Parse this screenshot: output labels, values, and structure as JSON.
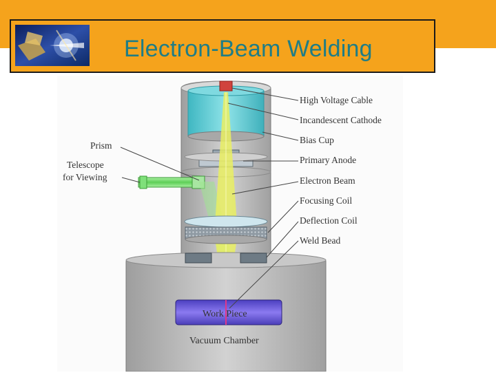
{
  "slide": {
    "title": "Electron-Beam Welding"
  },
  "diagram": {
    "labels": {
      "high_voltage_cable": "High Voltage Cable",
      "incandescent_cathode": "Incandescent Cathode",
      "bias_cup": "Bias Cup",
      "primary_anode": "Primary Anode",
      "electron_beam": "Electron Beam",
      "focusing_coil": "Focusing Coil",
      "deflection_coil": "Deflection Coil",
      "weld_bead": "Weld Bead",
      "prism": "Prism",
      "telescope_line1": "Telescope",
      "telescope_line2": "for Viewing",
      "work_piece": "Work Piece",
      "vacuum_chamber": "Vacuum Chamber"
    },
    "colors": {
      "header_bar": "#f5a31c",
      "title_text": "#1f7d86",
      "chamber_gray": "#b4b4b4",
      "cathode_cyan": "#5fcfd6",
      "beam_yellow": "#e9ef62",
      "telescope_green": "#7fe07a",
      "work_piece_blue": "#6a55d8"
    }
  }
}
